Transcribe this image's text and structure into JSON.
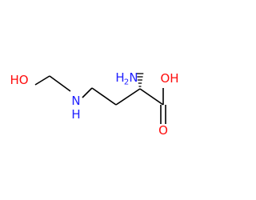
{
  "molecule": {
    "atoms": {
      "hydroxyl_left": {
        "text": "HO",
        "color": "#ff0d0d"
      },
      "amine_nh": {
        "text": "N",
        "sub_text": "H",
        "color": "#2020ff"
      },
      "amino_group": {
        "text": "H",
        "sub_text": "2",
        "tail_text": "N",
        "color": "#2020ff"
      },
      "carboxyl_oh": {
        "text": "OH",
        "color": "#ff0d0d"
      },
      "carbonyl_o": {
        "text": "O",
        "color": "#ff0d0d"
      }
    },
    "stereo": {
      "alpha_carbon_wedge": "hashed"
    }
  }
}
